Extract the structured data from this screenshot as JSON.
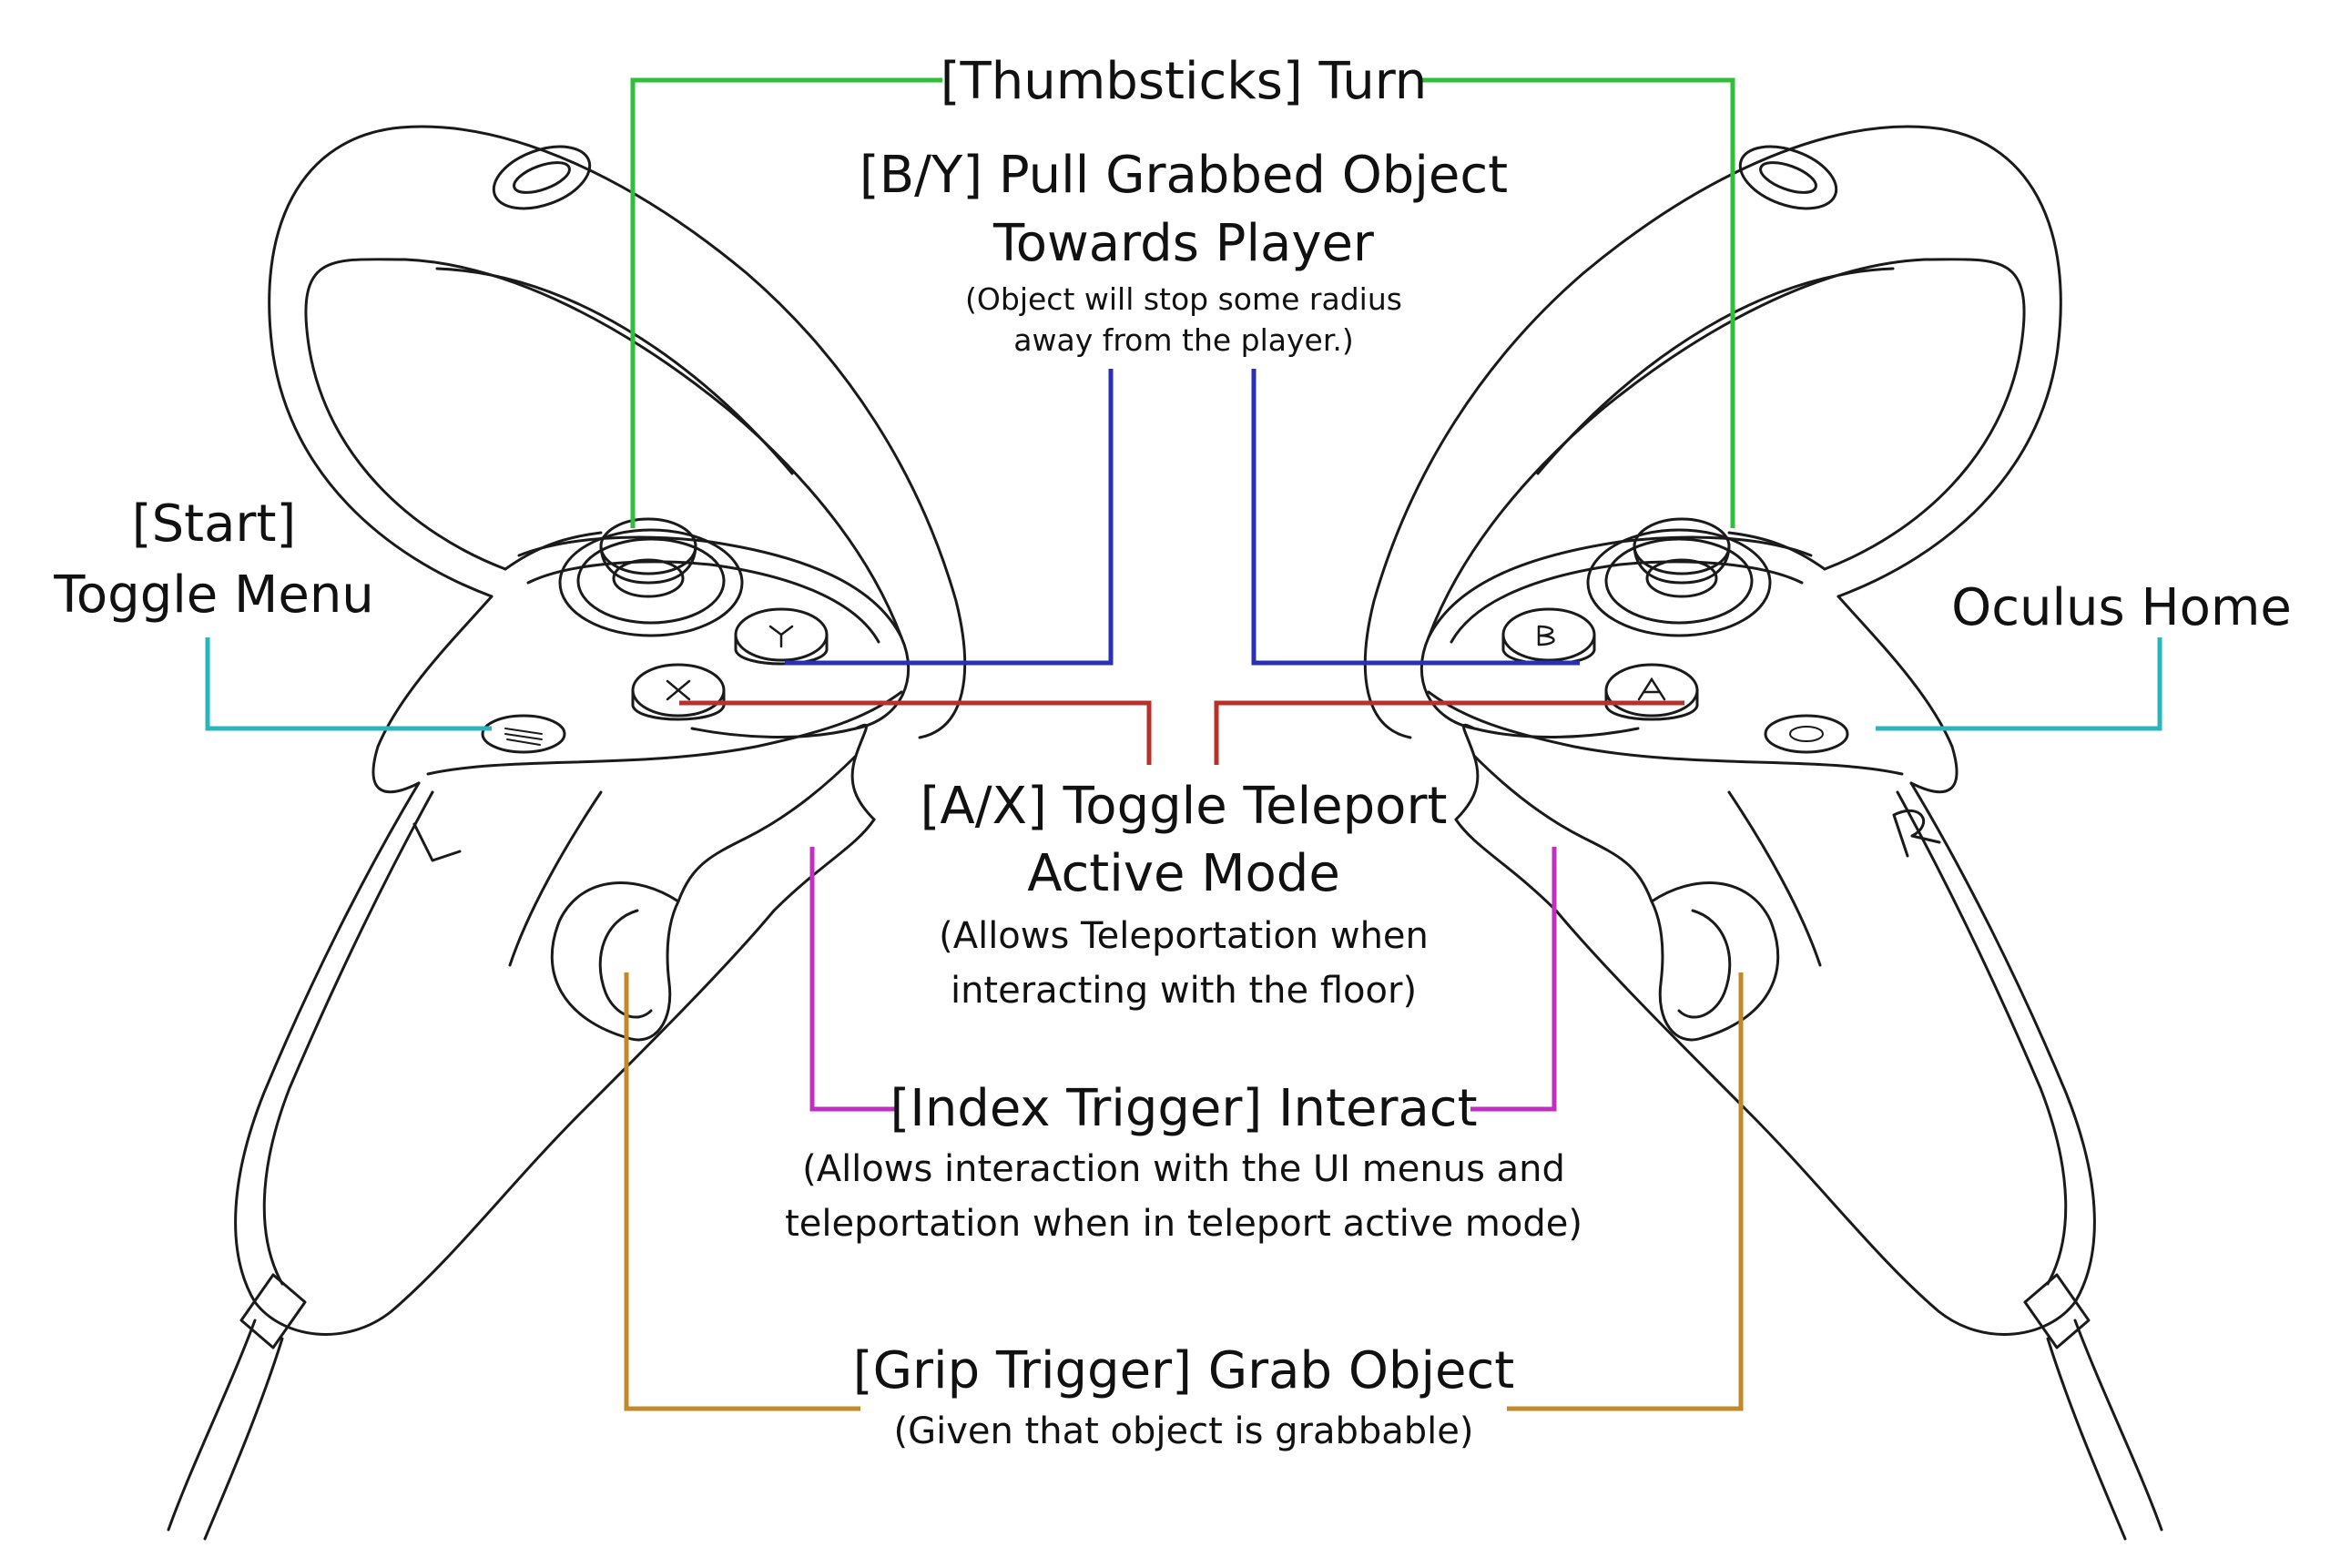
{
  "colors": {
    "outline": "#1a1a1a",
    "thumbsticks": "#2fbf3a",
    "by_button": "#2a2fb8",
    "ax_button": "#b8302a",
    "menu_home": "#2ab5bd",
    "index_trigger": "#c030c0",
    "grip_trigger": "#c08a2a"
  },
  "icons": {
    "left_controller": "oculus-touch-left-controller",
    "right_controller": "oculus-touch-right-controller"
  },
  "controller_marks": {
    "left_hand": "L",
    "right_hand": "R",
    "button_x": "X",
    "button_y": "Y",
    "button_a": "A",
    "button_b": "B"
  },
  "labels": {
    "thumbsticks": "[Thumbsticks] Turn",
    "by_title_1": "[B/Y] Pull Grabbed Object",
    "by_title_2": "Towards Player",
    "by_note_1": "(Object will stop some radius",
    "by_note_2": "away from the player.)",
    "start_1": "[Start]",
    "start_2": "Toggle Menu",
    "oculus_home": "Oculus Home",
    "ax_title_1": "[A/X] Toggle Teleport",
    "ax_title_2": "Active Mode",
    "ax_note_1": "(Allows Teleportation when",
    "ax_note_2": "interacting with the floor)",
    "index_title": "[Index Trigger] Interact",
    "index_note_1": "(Allows interaction with the UI menus and",
    "index_note_2": "teleportation when in teleport active mode)",
    "grip_title": "[Grip Trigger] Grab Object",
    "grip_note": "(Given that object is grabbable)"
  }
}
